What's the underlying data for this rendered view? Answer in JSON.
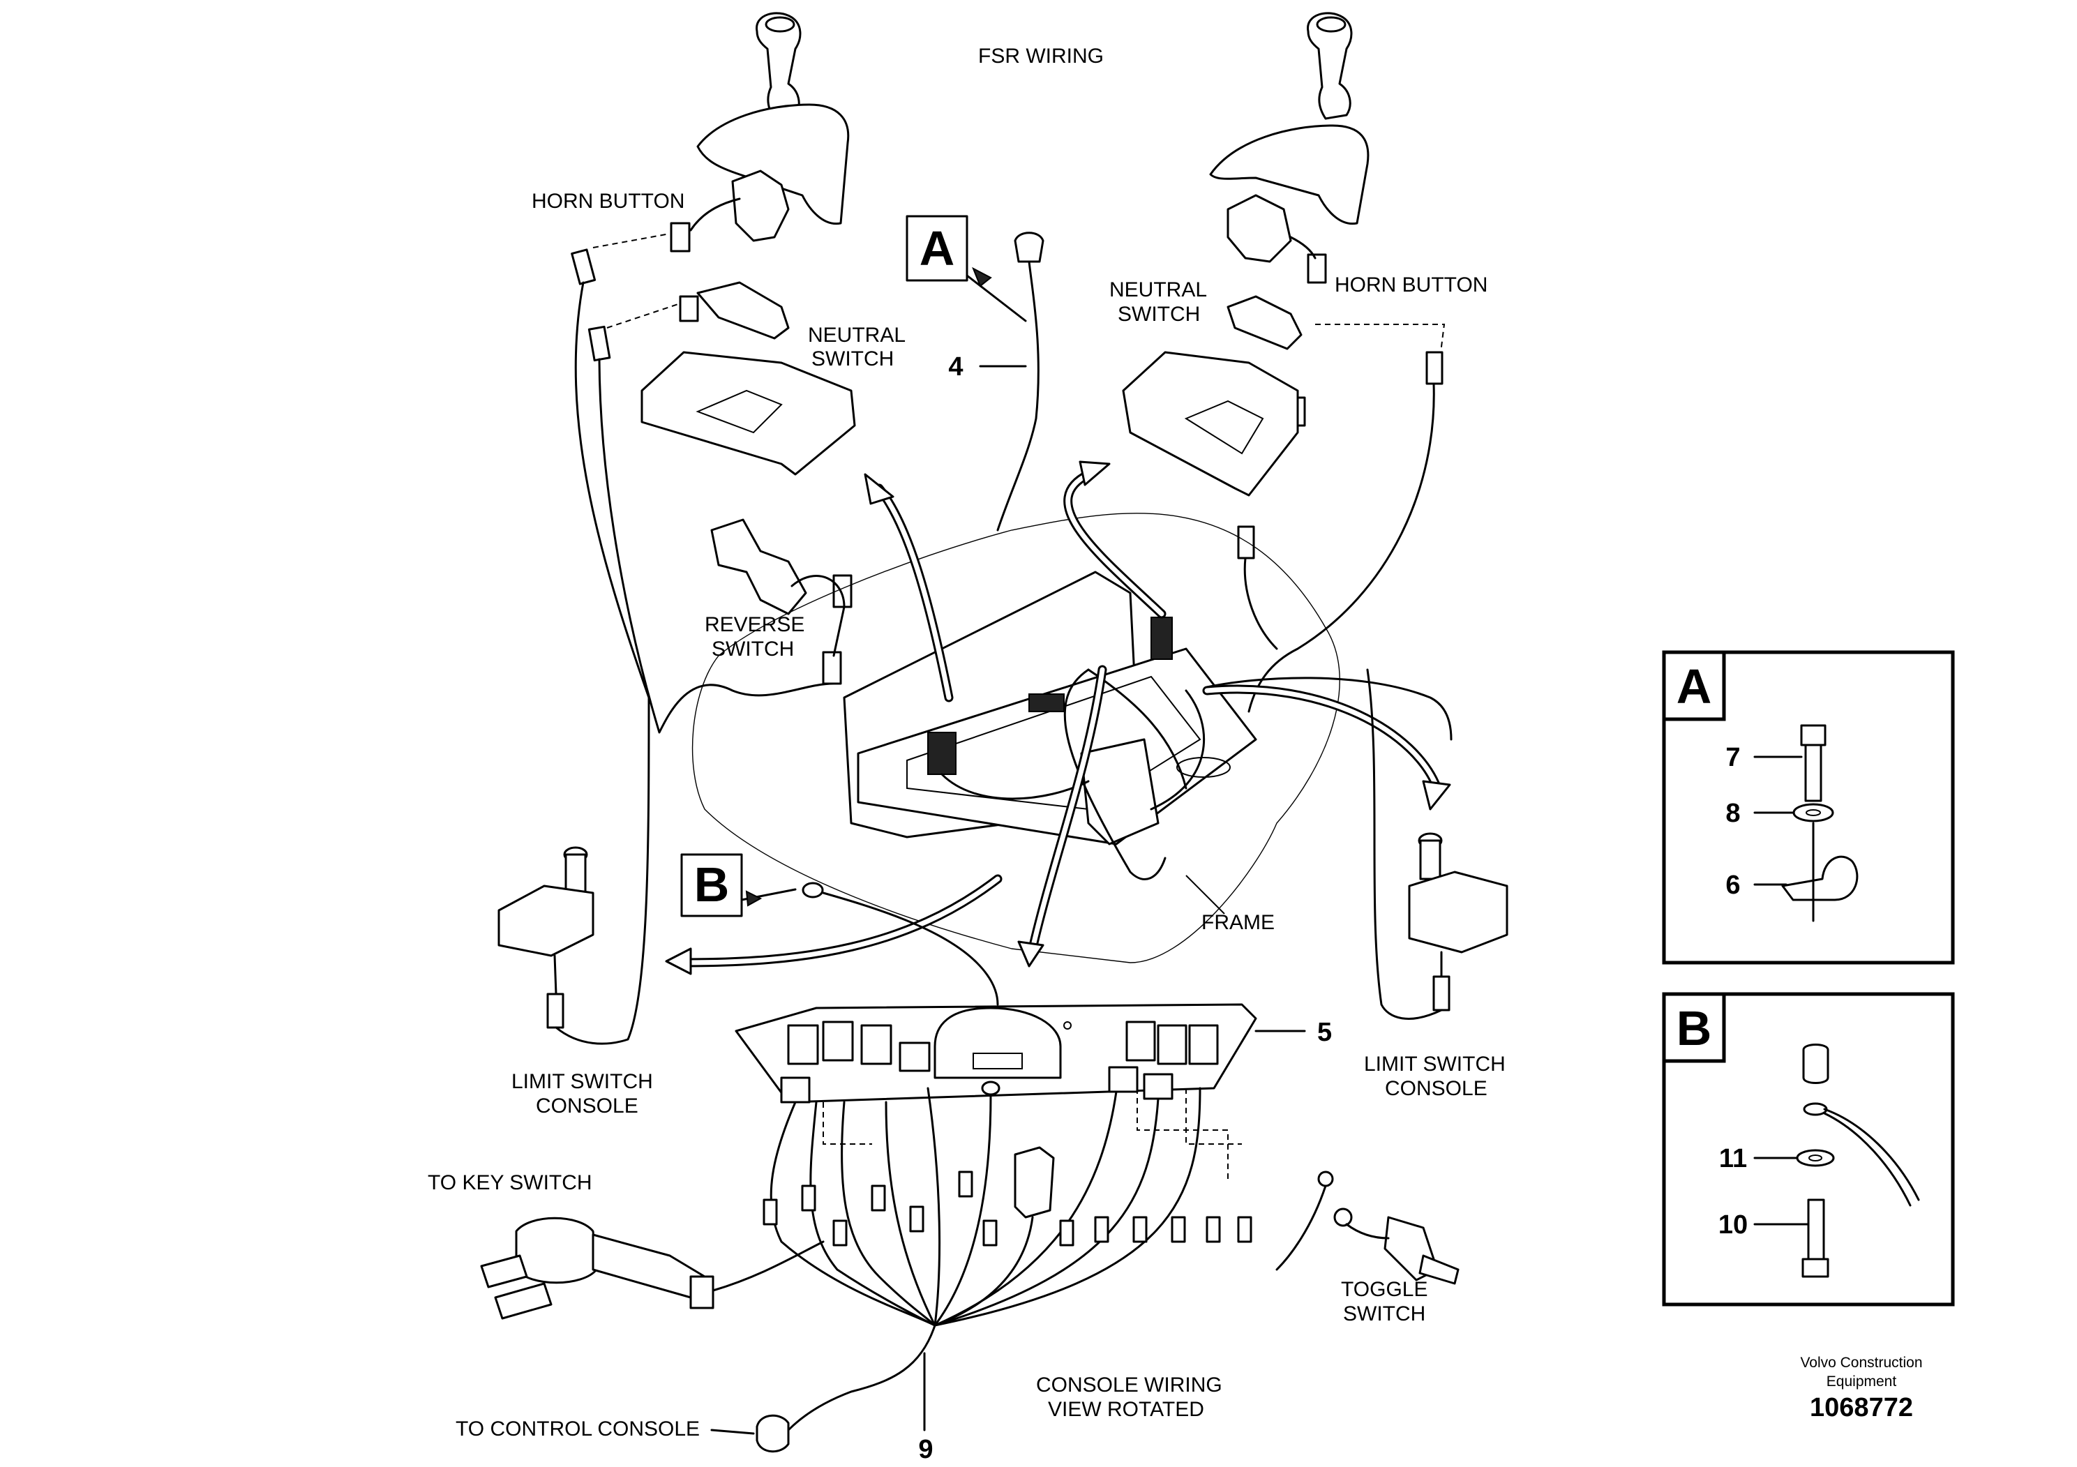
{
  "title": "FSR WIRING",
  "labels": {
    "horn_button_left": "HORN BUTTON",
    "horn_button_right": "HORN BUTTON",
    "neutral_switch_left": [
      "NEUTRAL",
      "SWITCH"
    ],
    "neutral_switch_right": [
      "NEUTRAL",
      "SWITCH"
    ],
    "reverse_switch": [
      "REVERSE",
      "SWITCH"
    ],
    "limit_switch_left": [
      "LIMIT SWITCH",
      "CONSOLE"
    ],
    "limit_switch_right": [
      "LIMIT SWITCH",
      "CONSOLE"
    ],
    "frame": "FRAME",
    "to_key_switch": "TO KEY SWITCH",
    "toggle_switch": [
      "TOGGLE",
      "SWITCH"
    ],
    "console_wiring": [
      "CONSOLE WIRING",
      "VIEW ROTATED"
    ],
    "to_control_console": "TO CONTROL CONSOLE"
  },
  "callouts": {
    "A": "A",
    "B": "B",
    "item_4": "4",
    "item_5": "5",
    "item_9": "9"
  },
  "detail_a": {
    "letter": "A",
    "items": [
      "7",
      "8",
      "6"
    ]
  },
  "detail_b": {
    "letter": "B",
    "items": [
      "11",
      "10"
    ]
  },
  "footer": {
    "company": [
      "Volvo Construction",
      "Equipment"
    ],
    "drawing_number": "1068772"
  }
}
